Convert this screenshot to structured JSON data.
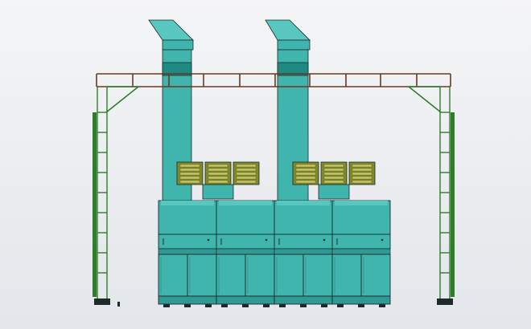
{
  "colors": {
    "background_top": "#f4f5f7",
    "background_bottom": "#e3e6ea",
    "teal": "#3fb5ae",
    "teal_dark": "#2f9a93",
    "teal_light": "#57c7c0",
    "outline": "#1f2a2a",
    "truss": "#6b3a1e",
    "frame_green": "#2f7d2a",
    "filter_olive": "#7e8a2a",
    "filter_slat": "#c9c46a",
    "duct_band": "#1f8a83"
  },
  "structure": {
    "ducts": 2,
    "booth_modules": 4,
    "filter_panels_per_group": 3,
    "filter_groups": 2,
    "ladder_columns": 2
  }
}
